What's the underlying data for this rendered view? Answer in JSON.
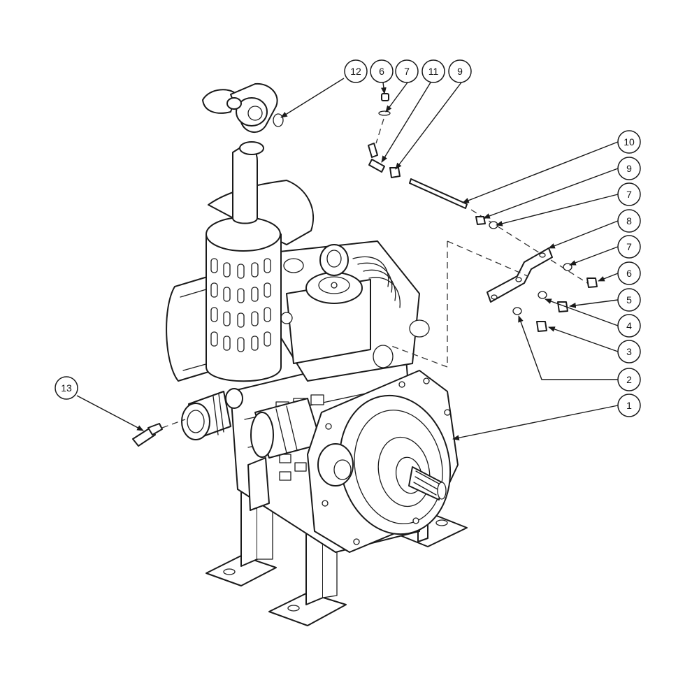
{
  "callouts": [
    {
      "id": "c1",
      "label": "1"
    },
    {
      "id": "c2",
      "label": "2"
    },
    {
      "id": "c3",
      "label": "3"
    },
    {
      "id": "c4",
      "label": "4"
    },
    {
      "id": "c5",
      "label": "5"
    },
    {
      "id": "c6a",
      "label": "6"
    },
    {
      "id": "c7a",
      "label": "7"
    },
    {
      "id": "c8",
      "label": "8"
    },
    {
      "id": "c7b",
      "label": "7"
    },
    {
      "id": "c9a",
      "label": "9"
    },
    {
      "id": "c10",
      "label": "10"
    },
    {
      "id": "c6b",
      "label": "6"
    },
    {
      "id": "c7c",
      "label": "7"
    },
    {
      "id": "c11",
      "label": "11"
    },
    {
      "id": "c9b",
      "label": "9"
    },
    {
      "id": "c12",
      "label": "12"
    },
    {
      "id": "c13",
      "label": "13"
    }
  ]
}
